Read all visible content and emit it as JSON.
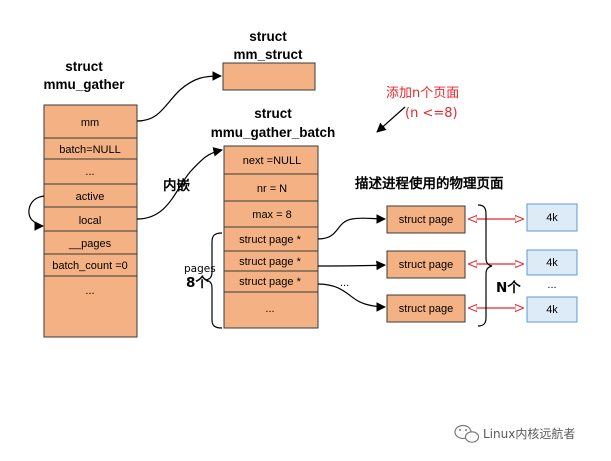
{
  "mmu_gather": {
    "title_line1": "struct",
    "title_line2": "mmu_gather",
    "fields": [
      "mm",
      "batch=NULL",
      "...",
      "active",
      "local",
      "__pages",
      "batch_count =0",
      "..."
    ]
  },
  "mm_struct": {
    "title_line1": "struct",
    "title_line2": "mm_struct"
  },
  "mmu_gather_batch": {
    "title_line1": "struct",
    "title_line2": "mmu_gather_batch",
    "fields": [
      "next =NULL",
      "nr = N",
      "max = 8",
      "struct page *",
      "struct page *",
      "struct page *",
      "..."
    ]
  },
  "labels": {
    "embedded": "内嵌",
    "describe": "描述进程使用的物理页面",
    "add_pages_line1": "添加n个页面",
    "add_pages_line2": "(n <=8)",
    "pages_small": "pages",
    "pages_count": "8个",
    "n_count": "N个",
    "mid_dots": "...",
    "page_dots": "...",
    "watermark": "Linux内核远航者"
  },
  "page_structs": [
    "struct page",
    "struct page",
    "struct page"
  ],
  "phys_pages": [
    "4k",
    "4k",
    "...",
    "4k"
  ],
  "colors": {
    "struct_fill": "#f4b183",
    "page_fill": "#ddebf7",
    "page_border": "#5b9bd5",
    "arrow_red": "#e8262b",
    "text_red": "#e8262b"
  }
}
